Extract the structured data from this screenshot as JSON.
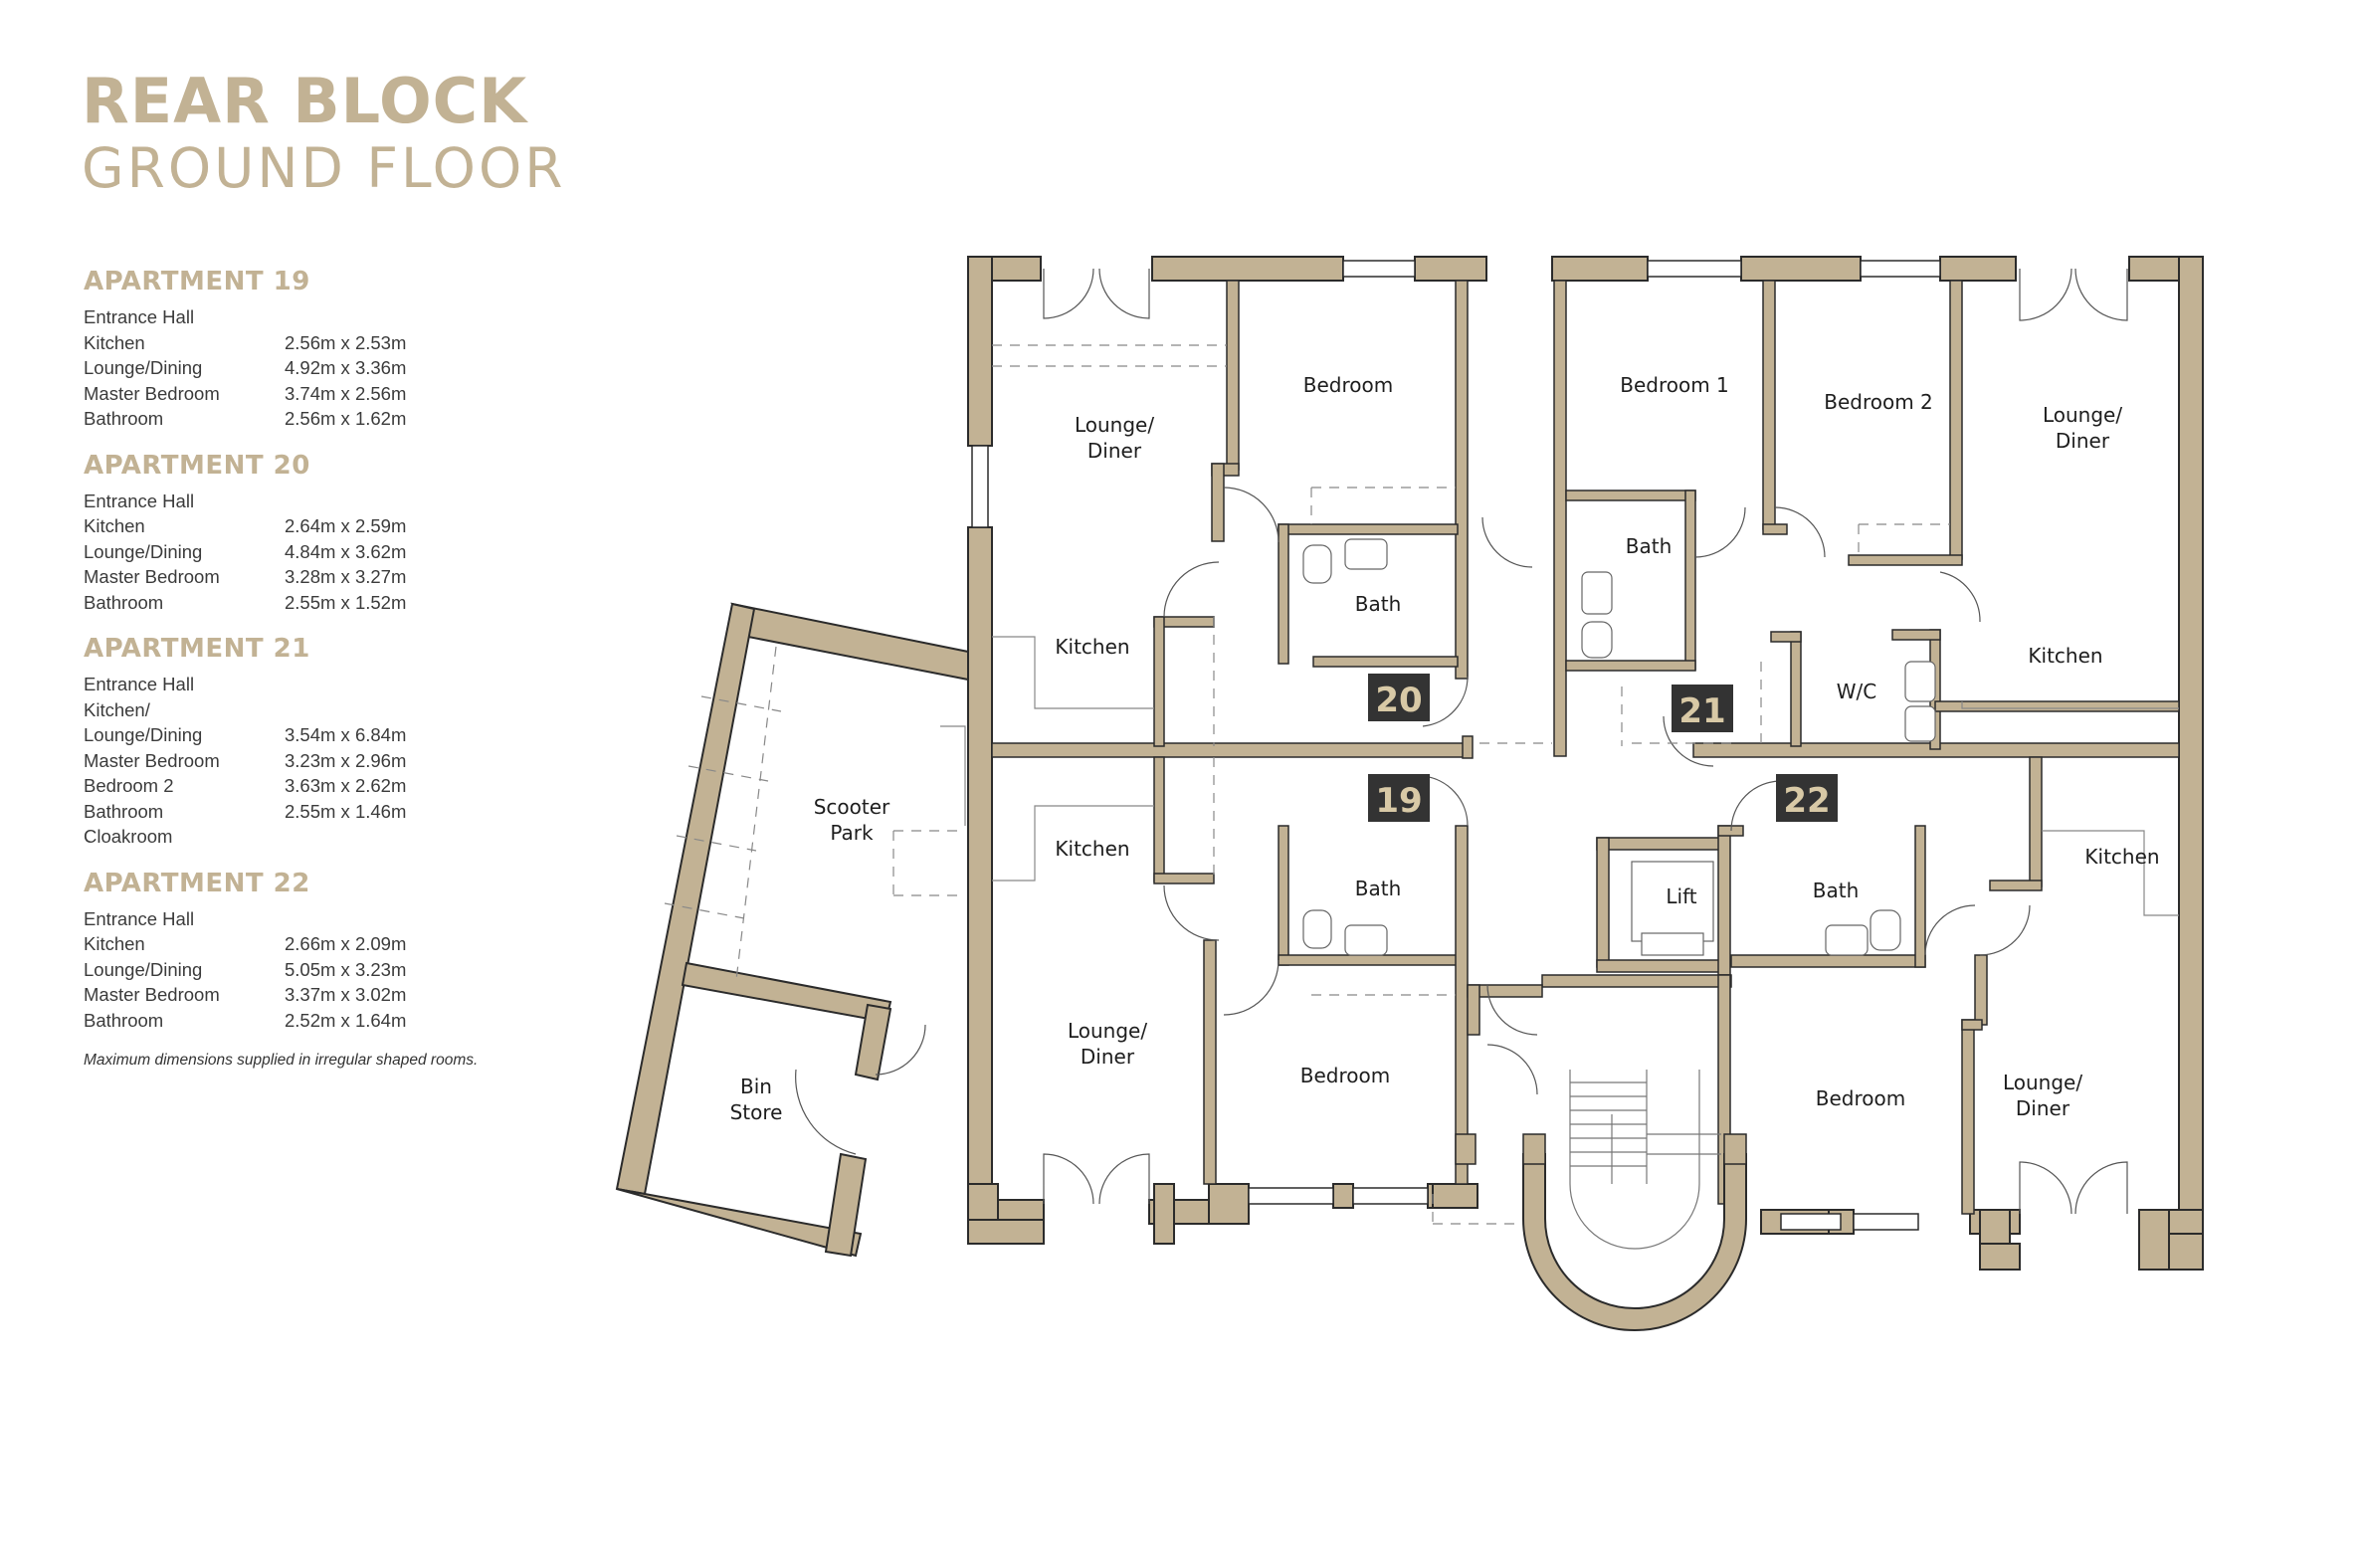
{
  "title": {
    "line1": "REAR BLOCK",
    "line2": "GROUND FLOOR"
  },
  "apartments": [
    {
      "title": "APARTMENT 19",
      "rooms": [
        {
          "name": "Entrance Hall",
          "dims": ""
        },
        {
          "name": "Kitchen",
          "dims": "2.56m x 2.53m"
        },
        {
          "name": "Lounge/Dining",
          "dims": "4.92m x 3.36m"
        },
        {
          "name": "Master Bedroom",
          "dims": "3.74m x 2.56m"
        },
        {
          "name": "Bathroom",
          "dims": "2.56m x 1.62m"
        }
      ]
    },
    {
      "title": "APARTMENT 20",
      "rooms": [
        {
          "name": "Entrance Hall",
          "dims": ""
        },
        {
          "name": "Kitchen",
          "dims": "2.64m x 2.59m"
        },
        {
          "name": "Lounge/Dining",
          "dims": "4.84m x 3.62m"
        },
        {
          "name": "Master Bedroom",
          "dims": "3.28m x 3.27m"
        },
        {
          "name": "Bathroom",
          "dims": "2.55m x 1.52m"
        }
      ]
    },
    {
      "title": "APARTMENT 21",
      "rooms": [
        {
          "name": "Entrance Hall",
          "dims": ""
        },
        {
          "name": "Kitchen/",
          "dims": ""
        },
        {
          "name": "Lounge/Dining",
          "dims": "3.54m x 6.84m"
        },
        {
          "name": "Master Bedroom",
          "dims": "3.23m x 2.96m"
        },
        {
          "name": "Bedroom 2",
          "dims": "3.63m x 2.62m"
        },
        {
          "name": "Bathroom",
          "dims": "2.55m x 1.46m"
        },
        {
          "name": "Cloakroom",
          "dims": ""
        }
      ]
    },
    {
      "title": "APARTMENT 22",
      "rooms": [
        {
          "name": "Entrance Hall",
          "dims": ""
        },
        {
          "name": "Kitchen",
          "dims": "2.66m x 2.09m"
        },
        {
          "name": "Lounge/Dining",
          "dims": "5.05m x 3.23m"
        },
        {
          "name": "Master Bedroom",
          "dims": "3.37m x 3.02m"
        },
        {
          "name": "Bathroom",
          "dims": "2.52m x 1.64m"
        }
      ]
    }
  ],
  "note": "Maximum dimensions supplied in irregular shaped rooms.",
  "plan": {
    "colors": {
      "wall_fill": "#c2b294",
      "wall_stroke": "#2b2b2b",
      "badge": "#333333",
      "badge_text": "#d8c9a6",
      "accent": "#c2b294"
    },
    "numbers": {
      "n19": "19",
      "n20": "20",
      "n21": "21",
      "n22": "22"
    },
    "labels": {
      "scooter_1": "Scooter",
      "scooter_2": "Park",
      "bin_1": "Bin",
      "bin_2": "Store",
      "a20_lounge_1": "Lounge/",
      "a20_lounge_2": "Diner",
      "a20_bedroom": "Bedroom",
      "a20_bath": "Bath",
      "a20_kitchen": "Kitchen",
      "a19_kitchen": "Kitchen",
      "a19_bath": "Bath",
      "a19_lounge_1": "Lounge/",
      "a19_lounge_2": "Diner",
      "a19_bedroom": "Bedroom",
      "a21_bedroom1": "Bedroom 1",
      "a21_bedroom2": "Bedroom 2",
      "a21_lounge_1": "Lounge/",
      "a21_lounge_2": "Diner",
      "a21_bath": "Bath",
      "a21_wc": "W/C",
      "a21_kitchen": "Kitchen",
      "lift": "Lift",
      "a22_bath": "Bath",
      "a22_kitchen": "Kitchen",
      "a22_bedroom": "Bedroom",
      "a22_lounge_1": "Lounge/",
      "a22_lounge_2": "Diner"
    }
  }
}
